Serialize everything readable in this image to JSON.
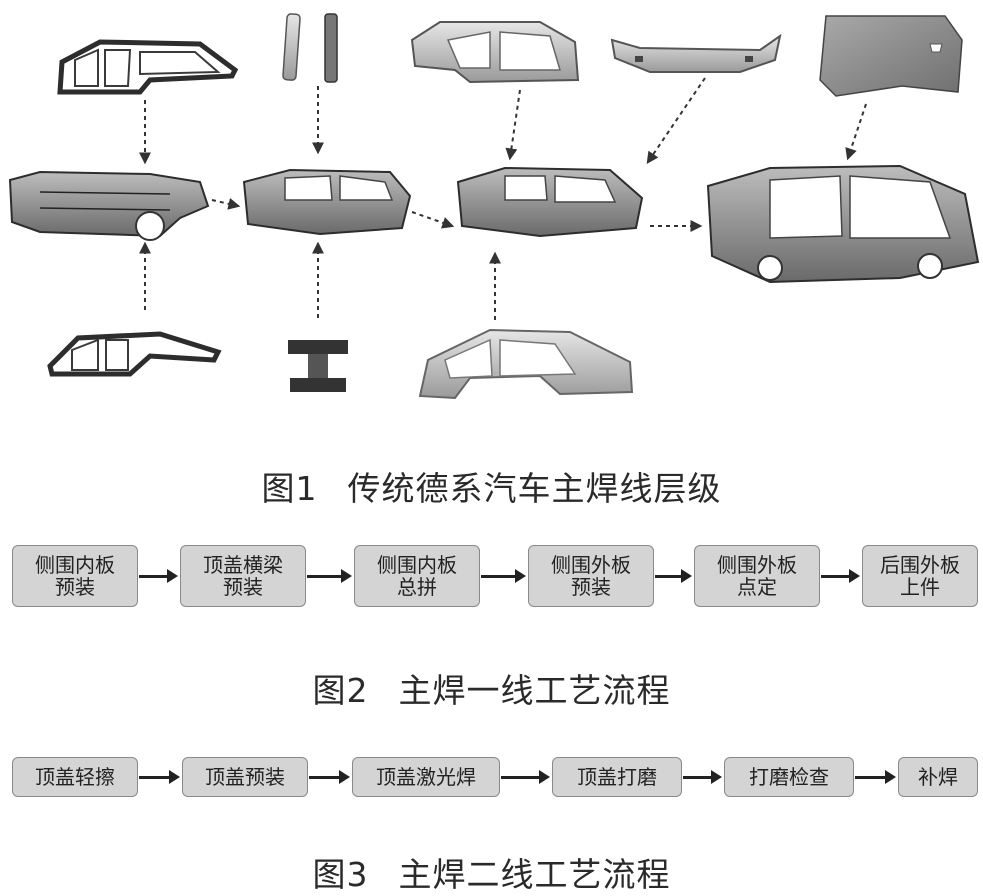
{
  "figure1": {
    "caption_num": "图1",
    "caption_text": "传统德系汽车主焊线层级"
  },
  "figure2": {
    "caption_num": "图2",
    "caption_text": "主焊一线工艺流程",
    "steps": [
      "侧围内板\n预装",
      "顶盖横梁\n预装",
      "侧围内板\n总拼",
      "侧围外板\n预装",
      "侧围外板\n点定",
      "后围外板\n上件"
    ]
  },
  "figure3": {
    "caption_num": "图3",
    "caption_text": "主焊二线工艺流程",
    "steps": [
      "顶盖轻擦",
      "顶盖预装",
      "顶盖激光焊",
      "顶盖打磨",
      "打磨检查",
      "补焊"
    ]
  }
}
